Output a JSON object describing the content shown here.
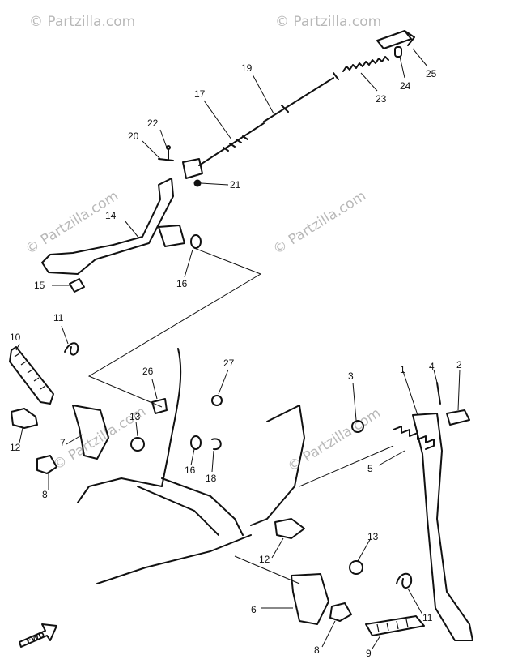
{
  "watermark": "© Partzilla.com",
  "fwd_label": "FWD",
  "callouts": [
    {
      "id": "c25",
      "text": "25"
    },
    {
      "id": "c24",
      "text": "24"
    },
    {
      "id": "c23",
      "text": "23"
    },
    {
      "id": "c19",
      "text": "19"
    },
    {
      "id": "c17",
      "text": "17"
    },
    {
      "id": "c22",
      "text": "22"
    },
    {
      "id": "c20",
      "text": "20"
    },
    {
      "id": "c21",
      "text": "21"
    },
    {
      "id": "c14",
      "text": "14"
    },
    {
      "id": "c15",
      "text": "15"
    },
    {
      "id": "c16a",
      "text": "16"
    },
    {
      "id": "c11a",
      "text": "11"
    },
    {
      "id": "c10",
      "text": "10"
    },
    {
      "id": "c26",
      "text": "26"
    },
    {
      "id": "c27",
      "text": "27"
    },
    {
      "id": "c12a",
      "text": "12"
    },
    {
      "id": "c7",
      "text": "7"
    },
    {
      "id": "c13a",
      "text": "13"
    },
    {
      "id": "c16b",
      "text": "16"
    },
    {
      "id": "c18",
      "text": "18"
    },
    {
      "id": "c8a",
      "text": "8"
    },
    {
      "id": "c3",
      "text": "3"
    },
    {
      "id": "c1",
      "text": "1"
    },
    {
      "id": "c4",
      "text": "4"
    },
    {
      "id": "c2",
      "text": "2"
    },
    {
      "id": "c5",
      "text": "5"
    },
    {
      "id": "c12b",
      "text": "12"
    },
    {
      "id": "c13b",
      "text": "13"
    },
    {
      "id": "c11b",
      "text": "11"
    },
    {
      "id": "c6",
      "text": "6"
    },
    {
      "id": "c8b",
      "text": "8"
    },
    {
      "id": "c9",
      "text": "9"
    }
  ]
}
